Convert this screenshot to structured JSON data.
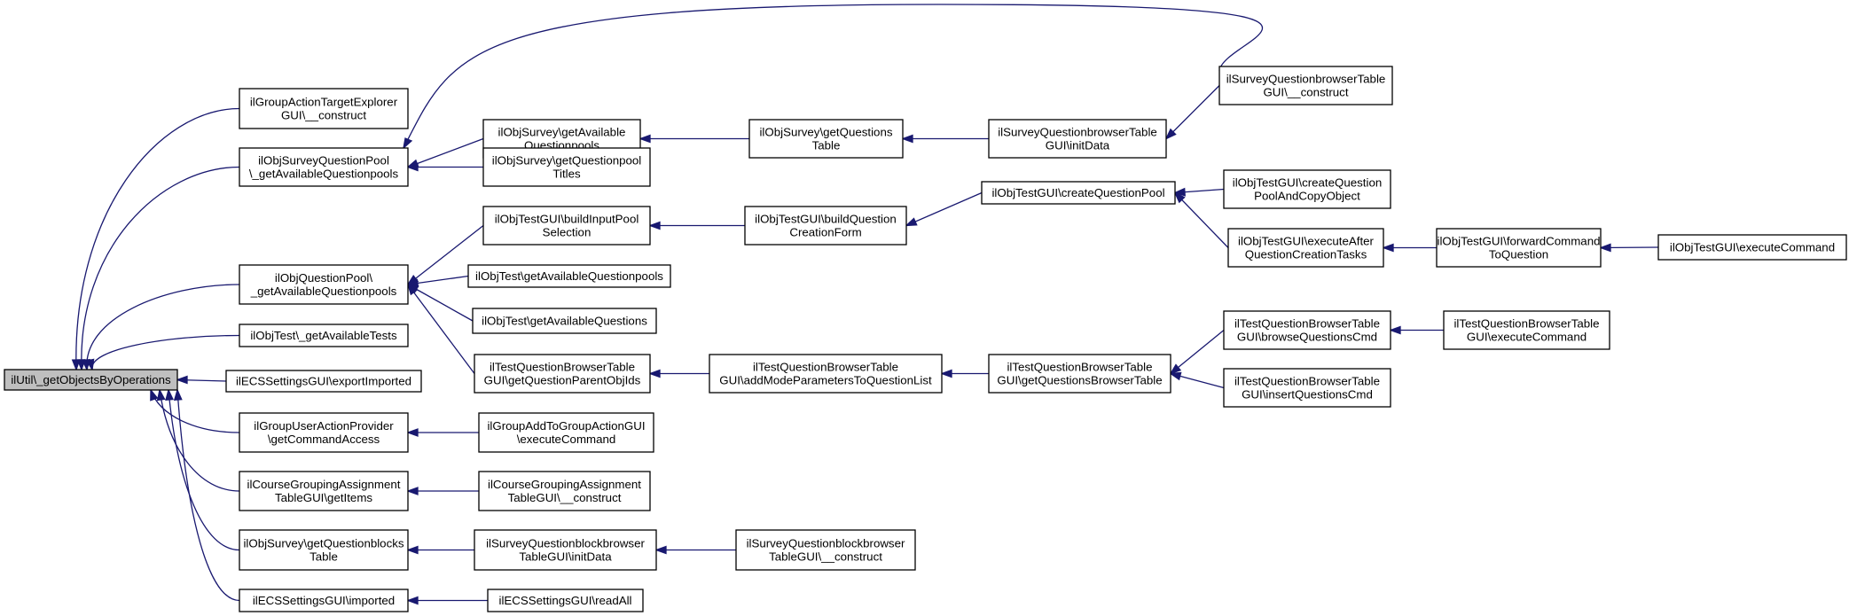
{
  "colors": {
    "node_fill": "#ffffff",
    "root_fill": "#bfbfbf",
    "node_stroke": "#000000",
    "edge": "#191970"
  },
  "nodes": [
    {
      "id": "root",
      "lines": [
        "ilUtil\\_getObjectsByOperations"
      ],
      "root": true
    },
    {
      "id": "n1",
      "lines": [
        "ilGroupActionTargetExplorer",
        "GUI\\__construct"
      ]
    },
    {
      "id": "n2",
      "lines": [
        "ilObjSurveyQuestionPool",
        "\\_getAvailableQuestionpools"
      ]
    },
    {
      "id": "n3",
      "lines": [
        "ilObjQuestionPool\\",
        "_getAvailableQuestionpools"
      ]
    },
    {
      "id": "n4",
      "lines": [
        "ilObjTest\\_getAvailableTests"
      ]
    },
    {
      "id": "n5",
      "lines": [
        "ilECSSettingsGUI\\exportImported"
      ]
    },
    {
      "id": "n6",
      "lines": [
        "ilGroupUserActionProvider",
        "\\getCommandAccess"
      ]
    },
    {
      "id": "n7",
      "lines": [
        "ilCourseGroupingAssignment",
        "TableGUI\\getItems"
      ]
    },
    {
      "id": "n8",
      "lines": [
        "ilObjSurvey\\getQuestionblocks",
        "Table"
      ]
    },
    {
      "id": "n9",
      "lines": [
        "ilECSSettingsGUI\\imported"
      ]
    },
    {
      "id": "n10",
      "lines": [
        "ilObjSurvey\\getAvailable",
        "Questionpools"
      ]
    },
    {
      "id": "n11",
      "lines": [
        "ilObjSurvey\\getQuestionpool",
        "Titles"
      ]
    },
    {
      "id": "n12",
      "lines": [
        "ilObjTestGUI\\buildInputPool",
        "Selection"
      ]
    },
    {
      "id": "n13",
      "lines": [
        "ilObjTest\\getAvailableQuestionpools"
      ]
    },
    {
      "id": "n14",
      "lines": [
        "ilObjTest\\getAvailableQuestions"
      ]
    },
    {
      "id": "n15",
      "lines": [
        "ilTestQuestionBrowserTable",
        "GUI\\getQuestionParentObjIds"
      ]
    },
    {
      "id": "n16",
      "lines": [
        "ilGroupAddToGroupActionGUI",
        "\\executeCommand"
      ]
    },
    {
      "id": "n17",
      "lines": [
        "ilCourseGroupingAssignment",
        "TableGUI\\__construct"
      ]
    },
    {
      "id": "n18",
      "lines": [
        "ilSurveyQuestionblockbrowser",
        "TableGUI\\initData"
      ]
    },
    {
      "id": "n19",
      "lines": [
        "ilECSSettingsGUI\\readAll"
      ]
    },
    {
      "id": "n20",
      "lines": [
        "ilObjSurvey\\getQuestions",
        "Table"
      ]
    },
    {
      "id": "n21",
      "lines": [
        "ilObjTestGUI\\buildQuestion",
        "CreationForm"
      ]
    },
    {
      "id": "n22",
      "lines": [
        "ilTestQuestionBrowserTable",
        "GUI\\addModeParametersToQuestionList"
      ]
    },
    {
      "id": "n23",
      "lines": [
        "ilSurveyQuestionblockbrowser",
        "TableGUI\\__construct"
      ]
    },
    {
      "id": "n24",
      "lines": [
        "ilSurveyQuestionbrowserTable",
        "GUI\\initData"
      ]
    },
    {
      "id": "n25",
      "lines": [
        "ilObjTestGUI\\createQuestionPool"
      ]
    },
    {
      "id": "n26",
      "lines": [
        "ilTestQuestionBrowserTable",
        "GUI\\getQuestionsBrowserTable"
      ]
    },
    {
      "id": "n27",
      "lines": [
        "ilSurveyQuestionbrowserTable",
        "GUI\\__construct"
      ]
    },
    {
      "id": "n28",
      "lines": [
        "ilObjTestGUI\\createQuestion",
        "PoolAndCopyObject"
      ]
    },
    {
      "id": "n29",
      "lines": [
        "ilObjTestGUI\\executeAfter",
        "QuestionCreationTasks"
      ]
    },
    {
      "id": "n30",
      "lines": [
        "ilTestQuestionBrowserTable",
        "GUI\\browseQuestionsCmd"
      ]
    },
    {
      "id": "n31",
      "lines": [
        "ilTestQuestionBrowserTable",
        "GUI\\insertQuestionsCmd"
      ]
    },
    {
      "id": "n32",
      "lines": [
        "ilObjTestGUI\\forwardCommand",
        "ToQuestion"
      ]
    },
    {
      "id": "n33",
      "lines": [
        "ilTestQuestionBrowserTable",
        "GUI\\executeCommand"
      ]
    },
    {
      "id": "n34",
      "lines": [
        "ilObjTestGUI\\executeCommand"
      ]
    }
  ],
  "edges": [
    [
      "root",
      "n1"
    ],
    [
      "root",
      "n2"
    ],
    [
      "root",
      "n3"
    ],
    [
      "root",
      "n4"
    ],
    [
      "root",
      "n5"
    ],
    [
      "root",
      "n6"
    ],
    [
      "root",
      "n7"
    ],
    [
      "root",
      "n8"
    ],
    [
      "root",
      "n9"
    ],
    [
      "n2",
      "n10"
    ],
    [
      "n2",
      "n11"
    ],
    [
      "n2",
      "n27"
    ],
    [
      "n3",
      "n12"
    ],
    [
      "n3",
      "n13"
    ],
    [
      "n3",
      "n14"
    ],
    [
      "n3",
      "n15"
    ],
    [
      "n6",
      "n16"
    ],
    [
      "n7",
      "n17"
    ],
    [
      "n8",
      "n18"
    ],
    [
      "n9",
      "n19"
    ],
    [
      "n10",
      "n20"
    ],
    [
      "n12",
      "n21"
    ],
    [
      "n15",
      "n22"
    ],
    [
      "n18",
      "n23"
    ],
    [
      "n20",
      "n24"
    ],
    [
      "n21",
      "n25"
    ],
    [
      "n22",
      "n26"
    ],
    [
      "n24",
      "n27"
    ],
    [
      "n25",
      "n28"
    ],
    [
      "n25",
      "n29"
    ],
    [
      "n26",
      "n30"
    ],
    [
      "n26",
      "n31"
    ],
    [
      "n29",
      "n32"
    ],
    [
      "n30",
      "n33"
    ],
    [
      "n32",
      "n34"
    ]
  ]
}
